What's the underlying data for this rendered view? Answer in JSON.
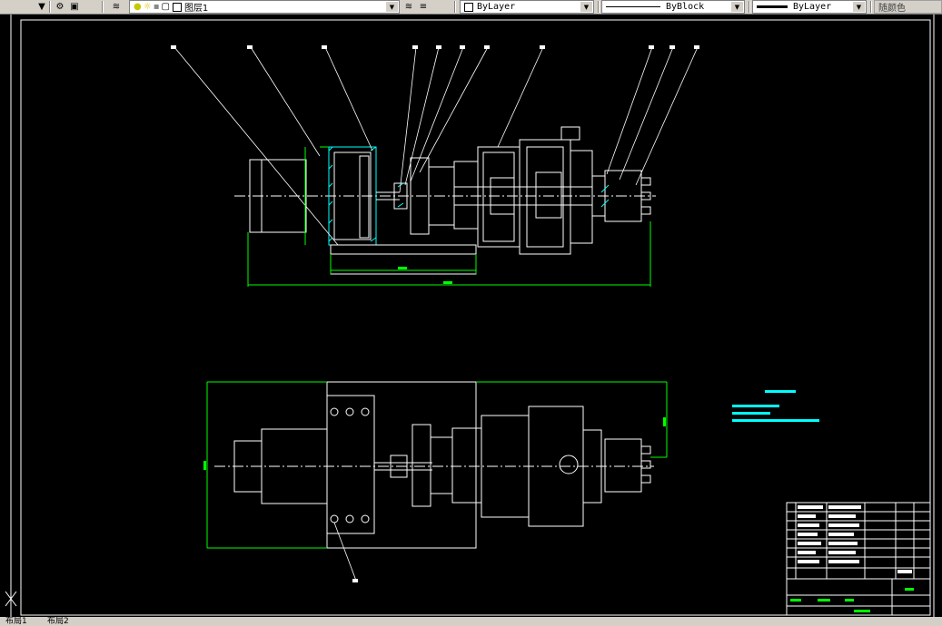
{
  "toolbar": {
    "layer_name": "图层1",
    "color_combo": "ByLayer",
    "linetype_combo": "ByBlock",
    "lineweight_combo": "ByLayer",
    "plot_style": "随颜色"
  },
  "drawing": {
    "bg_color": "#000000",
    "line_color": "#ffffff",
    "dim_color": "#00ff00",
    "note_color": "#00ffff",
    "hatch_color": "#00ffff"
  },
  "layout_tabs": [
    "布局1",
    "布局2"
  ]
}
